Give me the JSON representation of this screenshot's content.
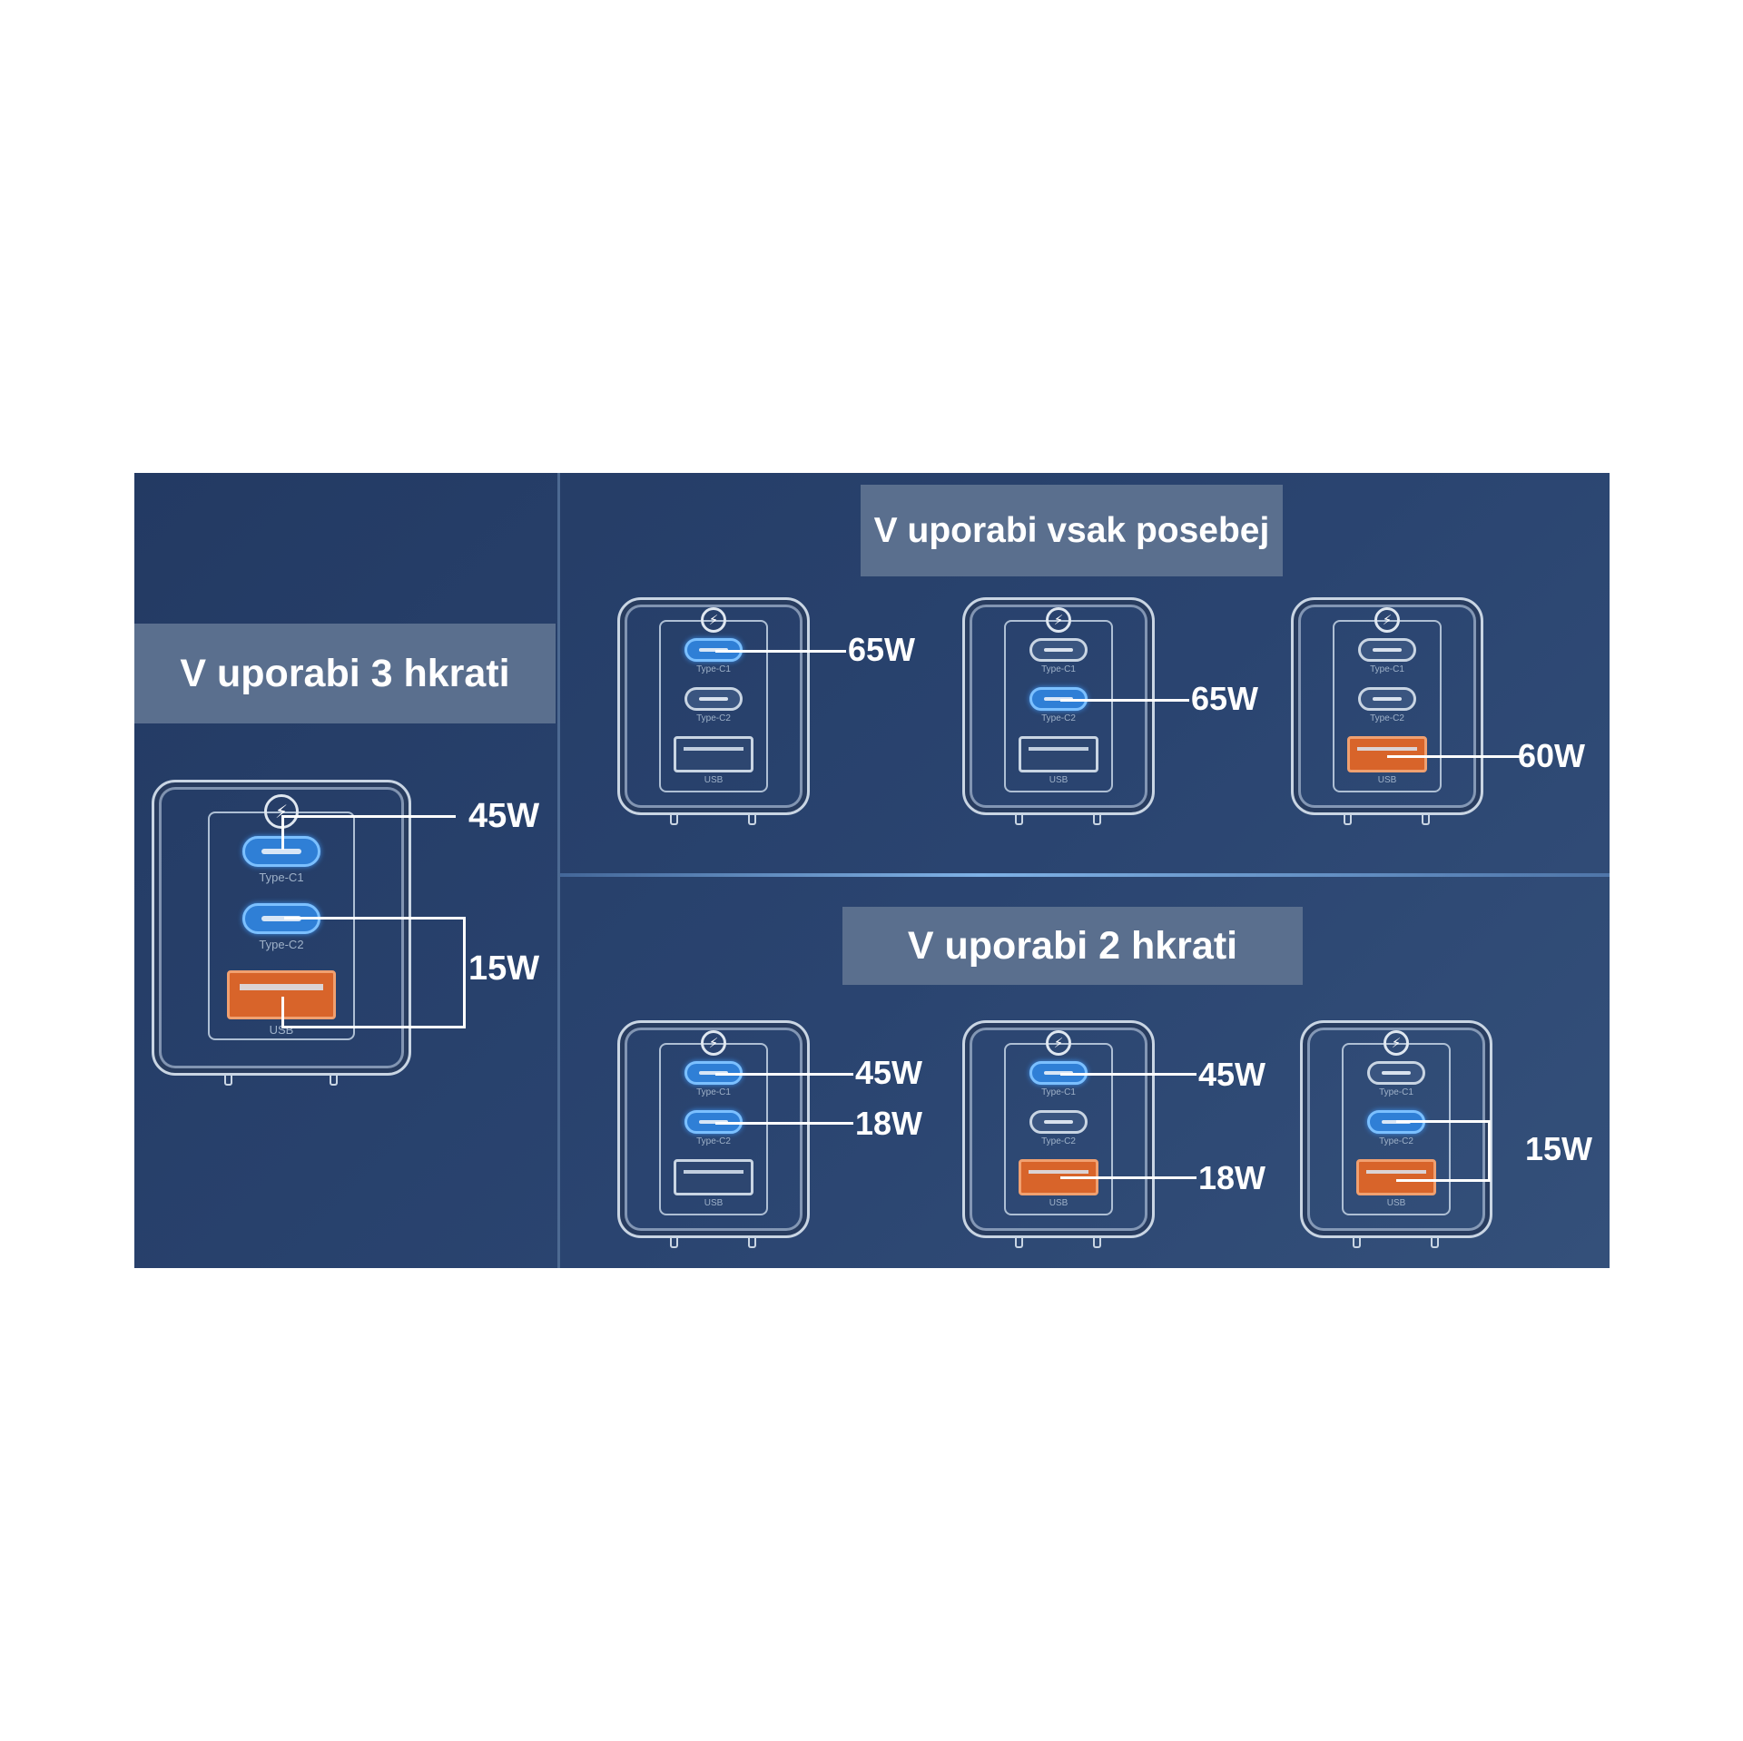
{
  "headings": {
    "simultaneous_3": "V uporabi 3 hkrati",
    "individually": "V uporabi vsak posebej",
    "simultaneous_2": "V uporabi 2 hkrati"
  },
  "port_labels": {
    "c1": "Type-C1",
    "c2": "Type-C2",
    "usb": "USB"
  },
  "logo_glyph": "⚡",
  "colors": {
    "type_c_active": "#2f7fd6",
    "usb_active": "#d8642a",
    "panel": "#2a4470"
  },
  "watts": {
    "three_c1": "45W",
    "three_c2_usb": "15W",
    "single_c1": "65W",
    "single_c2": "65W",
    "single_usb": "60W",
    "two_a_c1": "45W",
    "two_a_c2": "18W",
    "two_b_c1": "45W",
    "two_b_usb": "18W",
    "two_c_c2_usb": "15W"
  }
}
